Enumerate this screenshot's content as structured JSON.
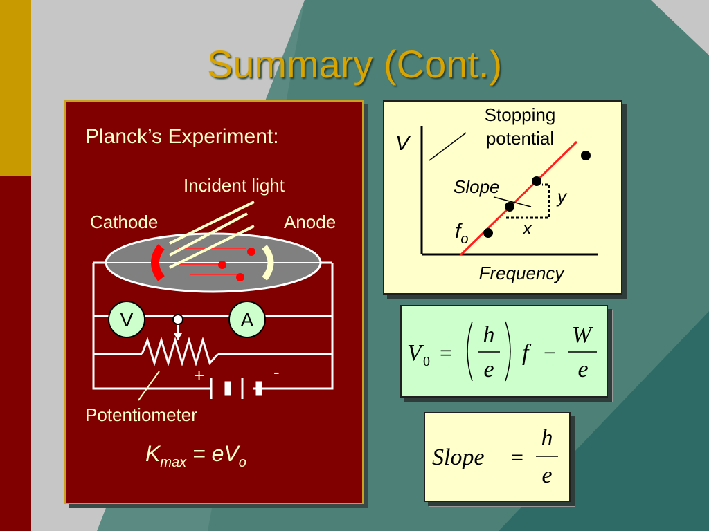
{
  "slide": {
    "title": "Summary (Cont.)"
  },
  "left_panel": {
    "heading": "Planck’s Experiment:",
    "incident_light_label": "Incident light",
    "cathode_label": "Cathode",
    "anode_label": "Anode",
    "voltmeter_label": "V",
    "ammeter_label": "A",
    "plus_label": "+",
    "minus_label": "-",
    "potentiometer_label": "Potentiometer",
    "kmax_equation": {
      "K": "K",
      "sub_max": "max",
      "eq": " = eV",
      "sub_o": "o"
    }
  },
  "graph": {
    "y_label": "V",
    "stopping_potential_line1": "Stopping",
    "stopping_potential_line2": "potential",
    "slope_label": "Slope",
    "y_delta": "y",
    "x_delta": "x",
    "fo_f": "f",
    "fo_sub": "o",
    "x_axis_label": "Frequency",
    "colors": {
      "fit_line": "#ff2020",
      "points": "#000000"
    }
  },
  "equation": {
    "V": "V",
    "sub0": "0",
    "equals": "=",
    "h": "h",
    "e": "e",
    "f": "f",
    "minus": "−",
    "W": "W",
    "e2": "e"
  },
  "slope_equation": {
    "lhs": "Slope",
    "equals": "=",
    "h": "h",
    "e": "e"
  },
  "colors": {
    "title": "#d9a400",
    "panel": "#800000",
    "panel_border": "#c9a11e",
    "teal_bg": "#5f8f86"
  }
}
